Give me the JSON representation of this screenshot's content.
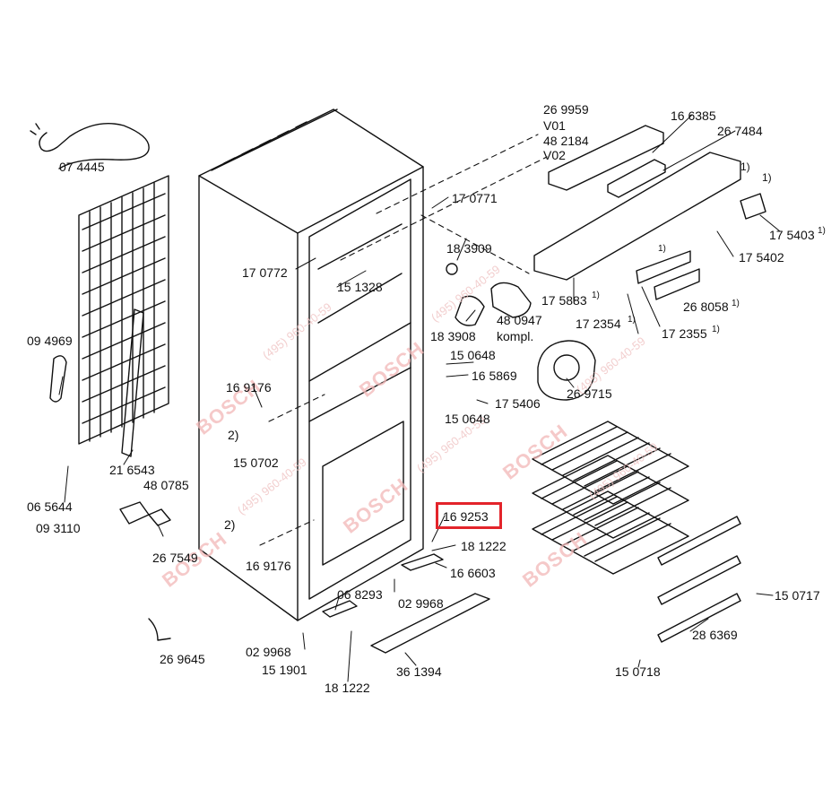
{
  "diagram": {
    "highlight_color": "#e3242b",
    "watermark_color": "#f2b8b8",
    "highlighted_part": "16 9253",
    "watermarks": {
      "brand": "BOSCH",
      "phone": "(495) 960-40-59"
    },
    "parts": [
      {
        "id": "p-074445",
        "text": "07 4445"
      },
      {
        "id": "p-094969",
        "text": "09 4969"
      },
      {
        "id": "p-216543",
        "text": "21 6543"
      },
      {
        "id": "p-065644",
        "text": "06 5644"
      },
      {
        "id": "p-093110",
        "text": "09 3110"
      },
      {
        "id": "p-480785",
        "text": "48 0785"
      },
      {
        "id": "p-267549",
        "text": "26 7549"
      },
      {
        "id": "p-269645",
        "text": "26 9645"
      },
      {
        "id": "p-170772",
        "text": "17 0772"
      },
      {
        "id": "p-151328",
        "text": "15 1328"
      },
      {
        "id": "p-169176a",
        "text": "16 9176"
      },
      {
        "id": "p-150702",
        "text": "15 0702"
      },
      {
        "id": "p-169176b",
        "text": "16 9176"
      },
      {
        "id": "p-029968a",
        "text": "02 9968"
      },
      {
        "id": "p-151901",
        "text": "15 1901"
      },
      {
        "id": "p-181222a",
        "text": "18 1222"
      },
      {
        "id": "p-068293",
        "text": "06 8293"
      },
      {
        "id": "p-029968b",
        "text": "02 9968"
      },
      {
        "id": "p-361394",
        "text": "36 1394"
      },
      {
        "id": "p-169253",
        "text": "16 9253"
      },
      {
        "id": "p-181222b",
        "text": "18 1222"
      },
      {
        "id": "p-166603",
        "text": "16 6603"
      },
      {
        "id": "p-170771",
        "text": "17 0771"
      },
      {
        "id": "p-183909",
        "text": "18 3909"
      },
      {
        "id": "p-183908",
        "text": "18 3908"
      },
      {
        "id": "p-480947",
        "text": "48 0947"
      },
      {
        "id": "p-kompl",
        "text": "kompl."
      },
      {
        "id": "p-150648a",
        "text": "15 0648"
      },
      {
        "id": "p-165869",
        "text": "16 5869"
      },
      {
        "id": "p-150648b",
        "text": "15 0648"
      },
      {
        "id": "p-175406",
        "text": "17 5406"
      },
      {
        "id": "p-269959",
        "text": "26 9959"
      },
      {
        "id": "p-v01",
        "text": "V01"
      },
      {
        "id": "p-482184",
        "text": "48 2184"
      },
      {
        "id": "p-v02",
        "text": "V02"
      },
      {
        "id": "p-166385",
        "text": "16 6385"
      },
      {
        "id": "p-267484",
        "text": "26 7484"
      },
      {
        "id": "p-175403",
        "text": "17 5403"
      },
      {
        "id": "p-175402",
        "text": "17 5402"
      },
      {
        "id": "p-175883",
        "text": "17 5883"
      },
      {
        "id": "p-172354",
        "text": "17 2354"
      },
      {
        "id": "p-172355",
        "text": "17 2355"
      },
      {
        "id": "p-268058",
        "text": "26 8058"
      },
      {
        "id": "p-269715",
        "text": "26 9715"
      },
      {
        "id": "p-150717",
        "text": "15 0717"
      },
      {
        "id": "p-286369",
        "text": "28 6369"
      },
      {
        "id": "p-150718",
        "text": "15 0718"
      }
    ],
    "notes": {
      "footnote_1": "1)",
      "footnote_2": "2)"
    }
  }
}
